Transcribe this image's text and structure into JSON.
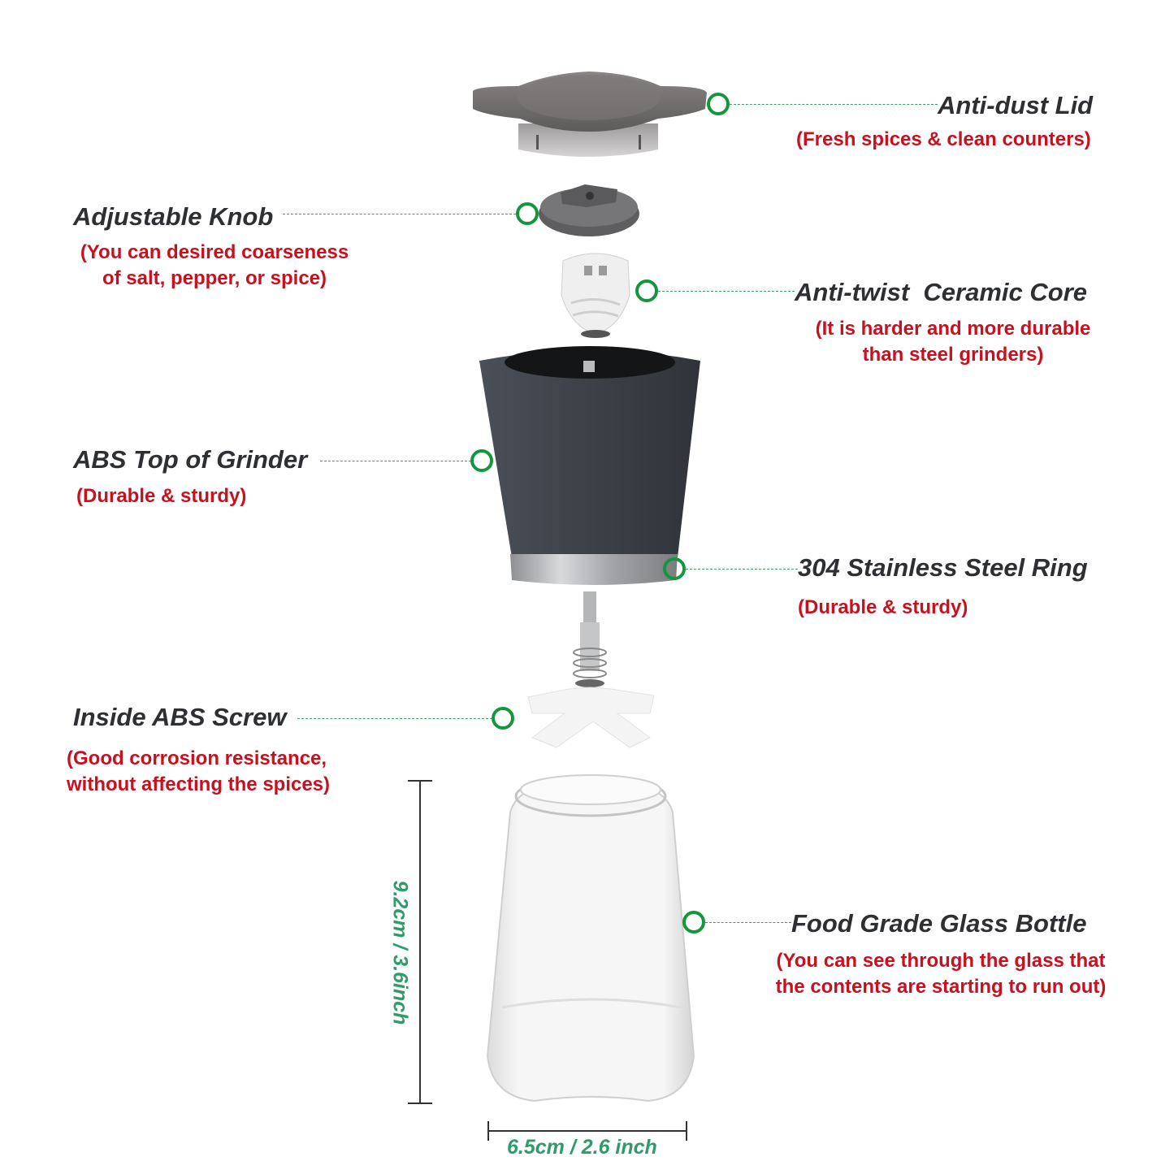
{
  "colors": {
    "title_text": "#2e2f33",
    "description_text": "#c8101e",
    "marker_ring": "#14963f",
    "leader_line": "#3f9a6e",
    "dimension_text": "#2f9a6a",
    "grinder_body": "#3c4148"
  },
  "callouts": [
    {
      "id": "lid",
      "title": "Anti-dust Lid",
      "description": [
        "(Fresh spices & clean counters)"
      ]
    },
    {
      "id": "knob",
      "title": "Adjustable Knob",
      "description": [
        "(You can desired coarseness",
        "of salt, pepper, or spice)"
      ]
    },
    {
      "id": "core",
      "title": "Anti-twist  Ceramic Core",
      "description": [
        "(It is harder and more durable",
        "than steel grinders)"
      ]
    },
    {
      "id": "top",
      "title": "ABS Top of Grinder",
      "description": [
        "(Durable & sturdy)"
      ]
    },
    {
      "id": "ring",
      "title": "304 Stainless Steel Ring",
      "description": [
        "(Durable & sturdy)"
      ]
    },
    {
      "id": "screw",
      "title": "Inside ABS Screw",
      "description": [
        "(Good corrosion resistance,",
        "without affecting the spices)"
      ]
    },
    {
      "id": "bottle",
      "title": "Food Grade Glass Bottle",
      "description": [
        "(You can see through the glass that",
        "the contents are starting to run out)"
      ]
    }
  ],
  "dimensions": {
    "height": "9.2cm / 3.6inch",
    "width": "6.5cm / 2.6 inch"
  },
  "icons": {
    "marker": "circle-outline"
  }
}
